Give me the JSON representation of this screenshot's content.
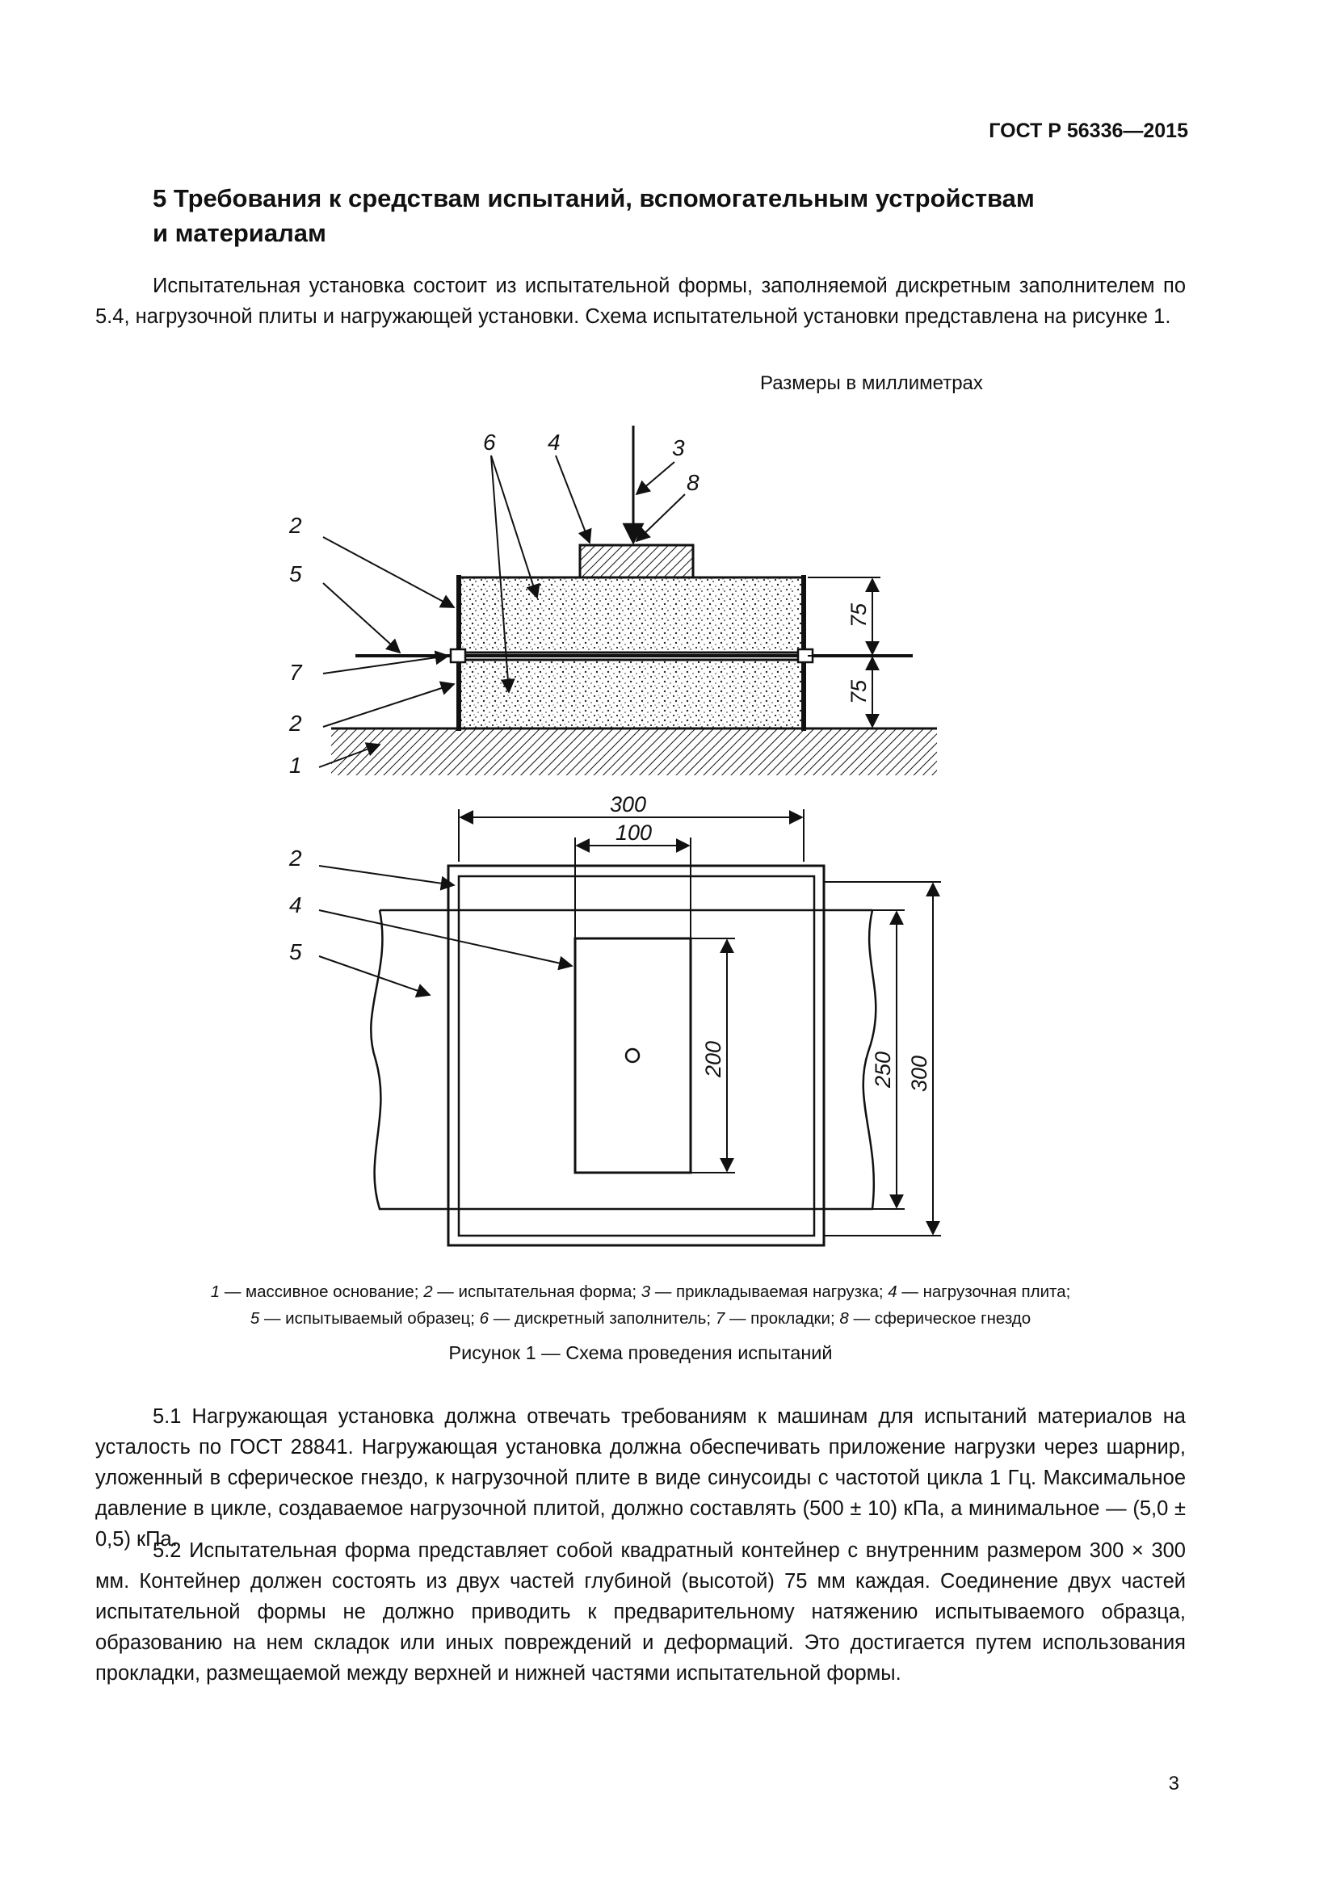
{
  "header": {
    "standard_code": "ГОСТ Р 56336—2015"
  },
  "section": {
    "title_line1": "5 Требования к средствам испытаний, вспомогательным устройствам",
    "title_line2": "и материалам",
    "intro": "Испытательная установка состоит из испытательной формы, заполняемой дискретным заполнителем по 5.4, нагрузочной плиты и нагружающей установки. Схема испытательной установки представлена на рисунке 1."
  },
  "figure": {
    "units_note": "Размеры в миллиметрах",
    "callouts_top": {
      "n6": "6",
      "n4": "4",
      "n3": "3",
      "n8": "8",
      "n2a": "2",
      "n5": "5",
      "n7": "7",
      "n2b": "2",
      "n1": "1"
    },
    "dims_top": {
      "upper_height": "75",
      "lower_height": "75"
    },
    "callouts_plan": {
      "n2": "2",
      "n4": "4",
      "n5": "5"
    },
    "dims_plan": {
      "outer_width": "300",
      "plate_width": "100",
      "plate_length": "200",
      "sample_width": "250",
      "outer_length": "300"
    },
    "legend": {
      "items": [
        {
          "num": "1",
          "text": "— массивное основание;"
        },
        {
          "num": "2",
          "text": "— испытательная форма;"
        },
        {
          "num": "3",
          "text": "— прикладываемая нагрузка;"
        },
        {
          "num": "4",
          "text": "— нагрузочная плита;"
        },
        {
          "num": "5",
          "text": "— испытываемый образец;"
        },
        {
          "num": "6",
          "text": "— дискретный заполнитель;"
        },
        {
          "num": "7",
          "text": "— прокладки;"
        },
        {
          "num": "8",
          "text": "— сферическое гнездо"
        }
      ]
    },
    "caption": "Рисунок 1 — Схема проведения испытаний"
  },
  "clauses": {
    "p5_1": "5.1 Нагружающая установка должна отвечать требованиям к машинам для испытаний материалов на усталость по ГОСТ 28841. Нагружающая установка должна обеспечивать приложение нагрузки через шарнир, уложенный в сферическое гнездо, к нагрузочной плите в виде синусоиды с частотой цикла 1 Гц. Максимальное давление в цикле, создаваемое нагрузочной плитой, должно составлять (500 ± 10) кПа, а минимальное — (5,0 ± 0,5) кПа.",
    "p5_2": "5.2 Испытательная форма представляет собой квадратный контейнер с внутренним размером 300 × 300 мм. Контейнер должен состоять из двух частей глубиной (высотой) 75 мм каждая. Соединение двух частей испытательной формы не должно приводить к предварительному натяжению испытываемого образца, образованию на нем складок или иных повреждений и деформаций. Это достигается путем использования прокладки, размещаемой между верхней и нижней частями испытательной формы."
  },
  "footer": {
    "page_number": "3"
  }
}
